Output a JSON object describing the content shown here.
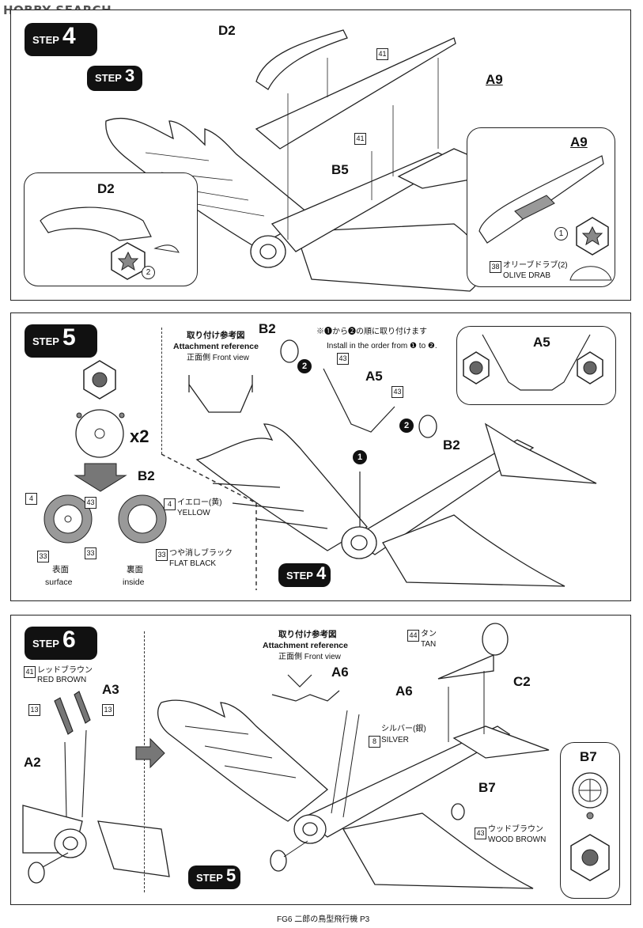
{
  "watermark": "HOBBY SEARCH",
  "step4": {
    "step_word": "STEP",
    "step_num": "4",
    "ref_step_word": "STEP",
    "ref_step_num": "3",
    "part_d2": "D2",
    "part_a9": "A9",
    "part_b5": "B5",
    "color_41": "41",
    "color_41b": "41",
    "inset_left_part": "D2",
    "inset_left_circle": "2",
    "inset_right_part": "A9",
    "inset_right_circle": "1",
    "olive_num": "38",
    "olive_jp": "オリーブドラブ(2)",
    "olive_en": "OLIVE DRAB"
  },
  "step5": {
    "step_word": "STEP",
    "step_num": "5",
    "x2": "x2",
    "part_b2": "B2",
    "attach_jp": "取り付け参考図",
    "attach_en": "Attachment reference",
    "front_view": "正面側 Front view",
    "note_jp": "※❶から❷の順に取り付けます",
    "note_en": "Install in the order from ❶ to ❷.",
    "part_b2_top": "B2",
    "part_a5": "A5",
    "part_b2_right": "B2",
    "part_a5_inset": "A5",
    "color_43a": "43",
    "color_43b": "43",
    "order_1": "1",
    "order_2": "2",
    "wheel_c4": "4",
    "wheel_c43": "43",
    "wheel_c33a": "33",
    "wheel_c33b": "33",
    "inside_c4": "4",
    "yellow_jp": "イエロー(黄)",
    "yellow_en": "YELLOW",
    "inside_c33": "33",
    "black_jp": "つや消しブラック",
    "black_en": "FLAT BLACK",
    "surface_jp": "表面",
    "surface_en": "surface",
    "inside_jp": "裏面",
    "inside_en": "inside",
    "ref_step_word": "STEP",
    "ref_step_num": "4"
  },
  "step6": {
    "step_word": "STEP",
    "step_num": "6",
    "rb_num": "41",
    "rb_jp": "レッドブラウン",
    "rb_en": "RED BROWN",
    "part_a3": "A3",
    "part_a2": "A2",
    "c13a": "13",
    "c13b": "13",
    "attach_jp": "取り付け参考図",
    "attach_en": "Attachment reference",
    "front_view": "正面側 Front view",
    "part_a6_ref": "A6",
    "part_a6": "A6",
    "silver_num": "8",
    "silver_jp": "シルバー(銀)",
    "silver_en": "SILVER",
    "tan_num": "44",
    "tan_jp": "タン",
    "tan_en": "TAN",
    "part_c2": "C2",
    "part_b7": "B7",
    "part_b7_inset": "B7",
    "wb_num": "43",
    "wb_jp": "ウッドブラウン",
    "wb_en": "WOOD BROWN",
    "ref_step_word": "STEP",
    "ref_step_num": "5"
  },
  "footer": "FG6 二郎の鳥型飛行機 P3"
}
